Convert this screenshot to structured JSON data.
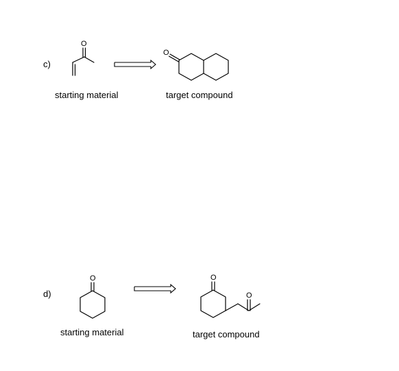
{
  "problems": [
    {
      "label": "c)",
      "starting_label": "starting material",
      "target_label": "target compound",
      "starting_structure": "methyl-vinyl-ketone",
      "target_structure": "decalin-2-one"
    },
    {
      "label": "d)",
      "starting_label": "starting material",
      "target_label": "target compound",
      "starting_structure": "cyclohexanone",
      "target_structure": "3-(2-oxopropyl)cyclohexanone"
    }
  ],
  "atom_labels": {
    "oxygen": "O"
  }
}
